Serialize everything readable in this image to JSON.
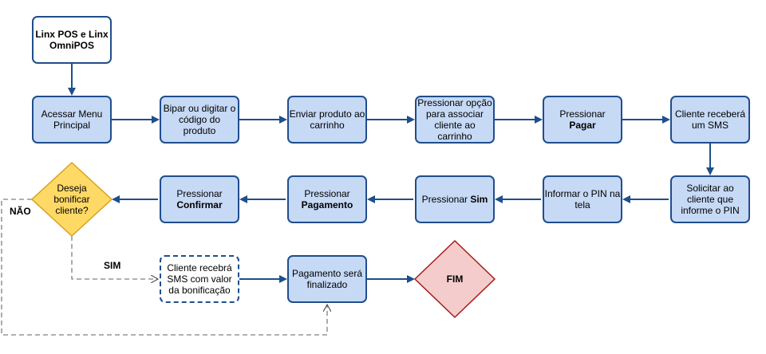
{
  "nodes": {
    "start": "Linx POS e Linx OmniPOS",
    "acessar_menu": "Acessar Menu Principal",
    "bipar": "Bipar ou digitar o código do produto",
    "enviar_produto": "Enviar produto ao carrinho",
    "pressionar_opcao": "Pressionar opção para associar cliente ao carrinho",
    "pressionar_pagar_pre": "Pressionar",
    "pressionar_pagar_bold": "Pagar",
    "cliente_sms": "Cliente receberá um SMS",
    "solicitar_pin": "Solicitar ao cliente que informe o PIN",
    "informar_pin": "Informar o PIN na tela",
    "pressionar_sim_pre": "Pressionar",
    "pressionar_sim_bold": "Sim",
    "pressionar_pagamento_pre": "Pressionar",
    "pressionar_pagamento_bold": "Pagamento",
    "pressionar_confirmar_pre": "Pressionar",
    "pressionar_confirmar_bold": "Confirmar",
    "decision": "Deseja bonificar cliente?",
    "sms_bonificacao": "Cliente recebrá SMS com valor da bonificação",
    "pagamento_finalizado": "Pagamento será finalizado",
    "fim": "FIM"
  },
  "edge_labels": {
    "nao": "NÃO",
    "sim": "SIM"
  },
  "colors": {
    "box_fill": "#c6d9f5",
    "border": "#1f4e8c",
    "decision_fill": "#ffd966",
    "decision_border": "#d6a21e",
    "end_fill": "#f4cccc",
    "end_border": "#a61c1c",
    "dashed_line": "#808080"
  }
}
